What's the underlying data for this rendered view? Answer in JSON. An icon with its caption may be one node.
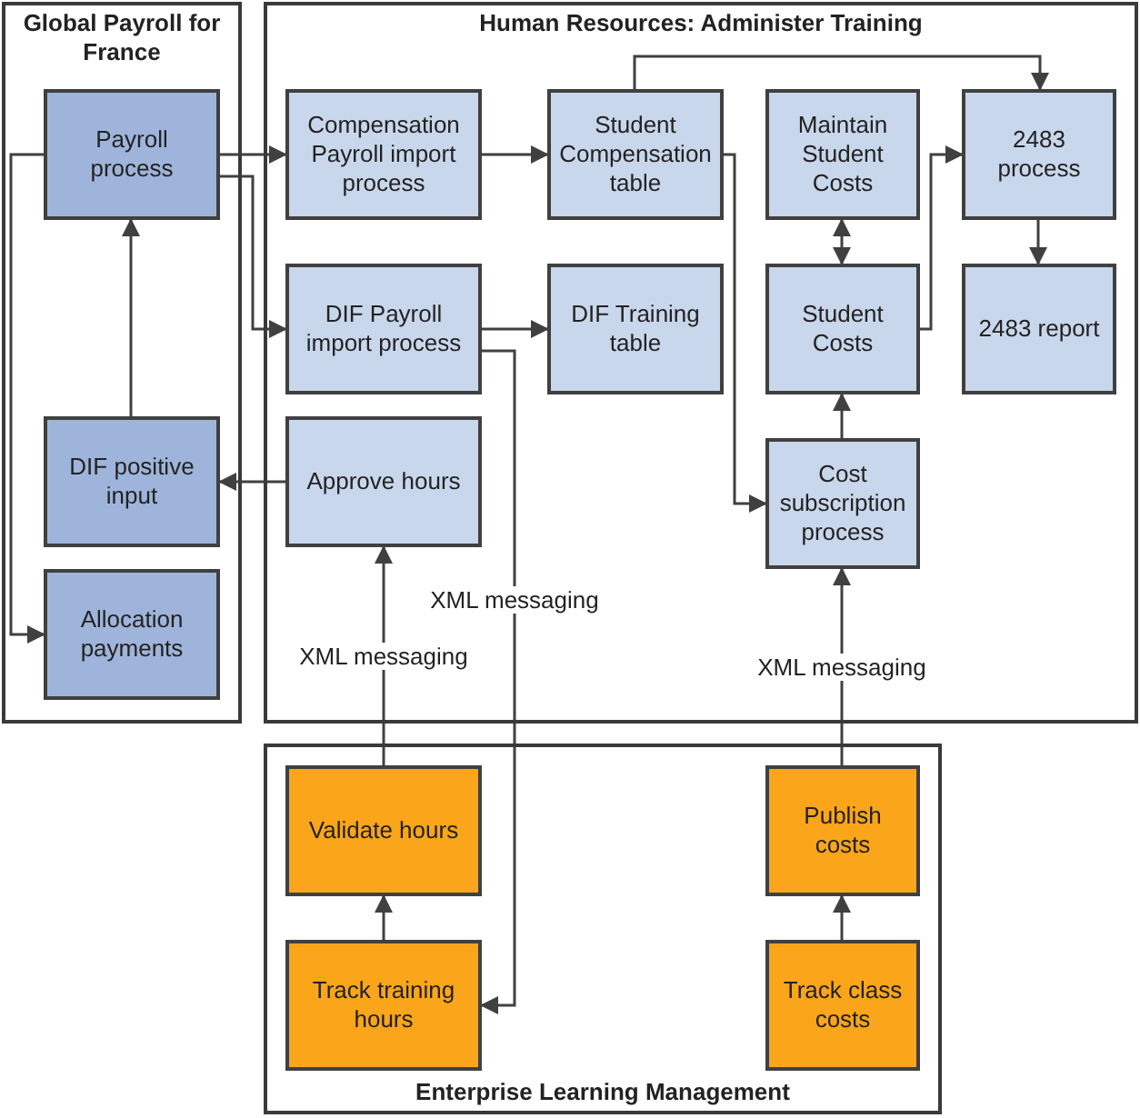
{
  "diagram": {
    "nodes": [
      {
        "text": [
          "Global Payroll for France"
        ]
      },
      {
        "text": [
          "Payroll process"
        ],
        "in": 0
      },
      {
        "text": [
          "DIF positive input"
        ],
        "in": 0
      },
      {
        "text": [
          "Allocation payments"
        ],
        "in": 0
      },
      {
        "text": [
          "Human Resources: Administer Training"
        ]
      },
      {
        "text": [
          "Compensation Payroll import process"
        ],
        "in": 4
      },
      {
        "text": [
          "Student Compensation table"
        ],
        "in": 4
      },
      {
        "text": [
          "Maintain Student Costs"
        ],
        "in": 4
      },
      {
        "text": [
          "2483 process"
        ],
        "in": 4
      },
      {
        "text": [
          "DIF Payroll import process"
        ],
        "in": 4
      },
      {
        "text": [
          "DIF Training table"
        ],
        "in": 4
      },
      {
        "text": [
          "Student Costs"
        ],
        "in": 4
      },
      {
        "text": [
          "2483 report"
        ],
        "in": 4
      },
      {
        "text": [
          "Approve hours"
        ],
        "in": 4
      },
      {
        "text": [
          "Cost subscription process"
        ],
        "in": 4
      },
      {
        "text": [
          "Enterprise Learning Management"
        ]
      },
      {
        "text": [
          "Validate hours"
        ],
        "in": 15
      },
      {
        "text": [
          "Publish costs"
        ],
        "in": 15
      },
      {
        "text": [
          "Track training hours"
        ],
        "in": 15
      },
      {
        "text": [
          "Track class costs"
        ],
        "in": 15
      }
    ],
    "edges": [
      {
        "from": 1,
        "to": 5,
        "arrow": "to"
      },
      {
        "from": 1,
        "to": 9,
        "arrow": "to"
      },
      {
        "from": 1,
        "to": 3,
        "arrow": "to"
      },
      {
        "from": 2,
        "to": 1,
        "arrow": "to"
      },
      {
        "from": 13,
        "to": 2,
        "arrow": "to"
      },
      {
        "from": 5,
        "to": 6,
        "arrow": "to"
      },
      {
        "from": 9,
        "to": 10,
        "arrow": "to"
      },
      {
        "from": 6,
        "to": 8,
        "arrow": "to"
      },
      {
        "from": 6,
        "to": 14,
        "arrow": "to"
      },
      {
        "from": 7,
        "to": 11,
        "arrow": "both"
      },
      {
        "from": 11,
        "to": 8,
        "arrow": "to"
      },
      {
        "from": 8,
        "to": 12,
        "arrow": "to"
      },
      {
        "from": 14,
        "to": 11,
        "arrow": "to"
      },
      {
        "from": 16,
        "to": 13,
        "arrow": "to",
        "label": "XML messaging"
      },
      {
        "from": 9,
        "to": 18,
        "arrow": "to",
        "label": "XML messaging"
      },
      {
        "from": 17,
        "to": 14,
        "arrow": "to",
        "label": "XML messaging"
      },
      {
        "from": 18,
        "to": 16,
        "arrow": "to"
      },
      {
        "from": 19,
        "to": 17,
        "arrow": "to"
      }
    ]
  }
}
